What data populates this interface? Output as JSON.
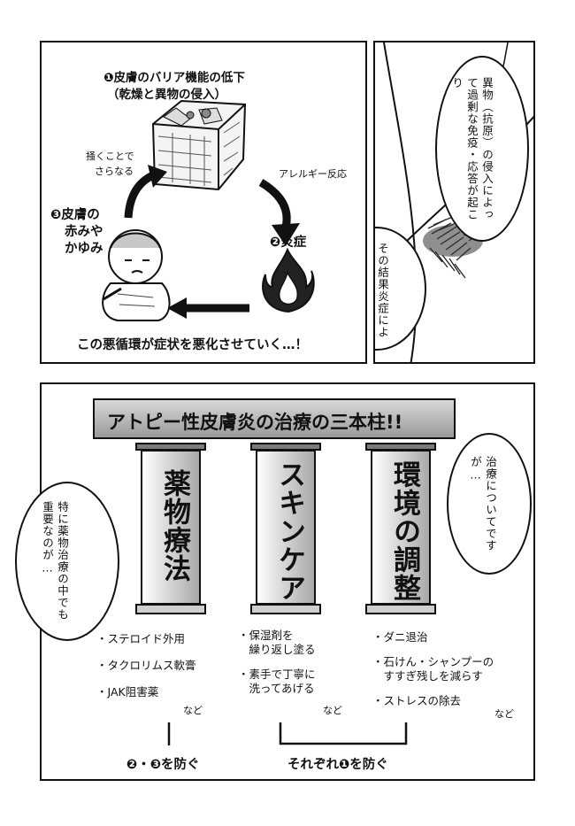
{
  "top_left_panel": {
    "step1_number": "❶",
    "step1_line1": "皮膚のバリア機能の低下",
    "step1_line2": "（乾燥と異物の侵入）",
    "scratch_note_line1": "掻くことで",
    "scratch_note_line2": "さらなる",
    "allergy_note": "アレルギー反応",
    "step2_number": "❷",
    "step2_label": "炎症",
    "step3_number": "❸",
    "step3_line1": "皮膚の",
    "step3_line2": "赤みや",
    "step3_line3": "かゆみ",
    "bottom_caption": "この悪循環が症状を悪化させていく…！"
  },
  "top_right_panel": {
    "bubble_top_text": "異物（抗原）の侵入によって過剰な免疫・応答が起こり",
    "bubble_bottom_text": "その結果炎症による赤み・かゆみが出現する"
  },
  "bottom_panel": {
    "banner_title": "アトピー性皮膚炎の治療の三本柱!!",
    "pillars": [
      {
        "label": "薬物療法"
      },
      {
        "label": "スキンケア"
      },
      {
        "label": "環境の調整"
      }
    ],
    "left_bubble_text": "特に薬物治療の中でも重要なのが…",
    "right_bubble_text": "治療についてですが…",
    "col1_items": [
      "・ステロイド外用",
      "・タクロリムス軟膏",
      "・JAK阻害薬"
    ],
    "col2_items": [
      "・保湿剤を",
      "　繰り返し塗る",
      "・素手で丁寧に",
      "　洗ってあげる"
    ],
    "col3_items": [
      "・ダニ退治",
      "・石けん・シャンプーの",
      "　すすぎ残しを減らす",
      "・ストレスの除去"
    ],
    "etc_label": "など",
    "prevent_left": "❷・❸を防ぐ",
    "prevent_right": "それぞれ❶を防ぐ"
  }
}
